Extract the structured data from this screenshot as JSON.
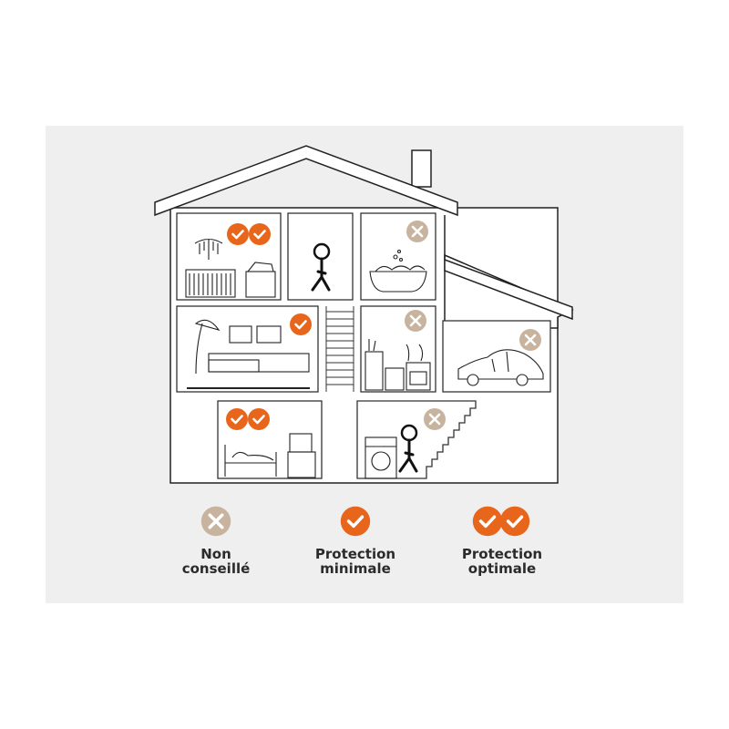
{
  "colors": {
    "recommended": "#e8661c",
    "not_recommended": "#c8b39f",
    "background": "#efefef"
  },
  "rooms": [
    {
      "name": "nursery",
      "rating": "optimal"
    },
    {
      "name": "hallway",
      "rating": "none"
    },
    {
      "name": "bathroom",
      "rating": "not-recommended"
    },
    {
      "name": "living-room",
      "rating": "minimal"
    },
    {
      "name": "staircase",
      "rating": "none"
    },
    {
      "name": "kitchen",
      "rating": "not-recommended"
    },
    {
      "name": "garage",
      "rating": "not-recommended"
    },
    {
      "name": "bedroom",
      "rating": "optimal"
    },
    {
      "name": "laundry-room",
      "rating": "not-recommended"
    }
  ],
  "legend": {
    "not_recommended": {
      "line1": "Non",
      "line2": "conseillé"
    },
    "minimal": {
      "line1": "Protection",
      "line2": "minimale"
    },
    "optimal": {
      "line1": "Protection",
      "line2": "optimale"
    }
  }
}
